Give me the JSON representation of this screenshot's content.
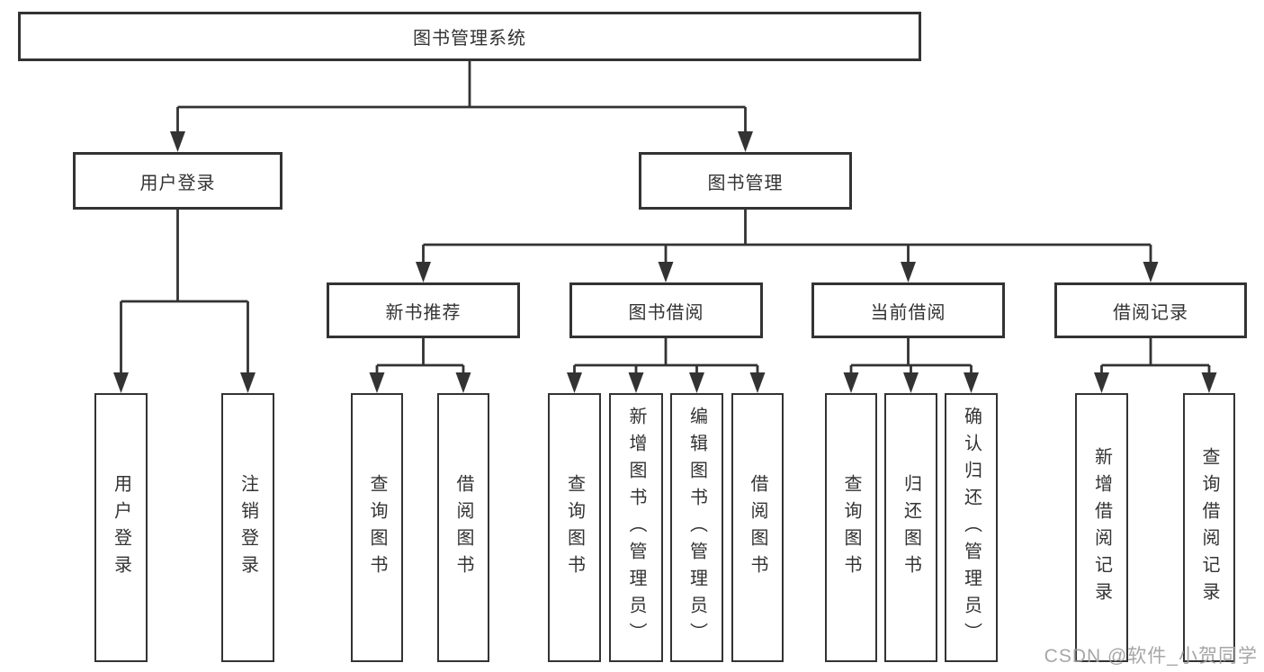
{
  "meta": {
    "colors": {
      "line": "#333333",
      "box_border": "#333333",
      "text": "#333333",
      "watermark": "#9e9e9e",
      "background": "#ffffff"
    }
  },
  "watermark": "CSDN @软件_小贺同学",
  "tree": {
    "root": "图书管理系统",
    "children": [
      {
        "label": "用户登录",
        "children": [
          {
            "label": "用户登录"
          },
          {
            "label": "注销登录"
          }
        ]
      },
      {
        "label": "图书管理",
        "children": [
          {
            "label": "新书推荐",
            "children": [
              {
                "label": "查询图书"
              },
              {
                "label": "借阅图书"
              }
            ]
          },
          {
            "label": "图书借阅",
            "children": [
              {
                "label": "查询图书"
              },
              {
                "label": "新增图书（管理员）"
              },
              {
                "label": "编辑图书（管理员）"
              },
              {
                "label": "借阅图书"
              }
            ]
          },
          {
            "label": "当前借阅",
            "children": [
              {
                "label": "查询图书"
              },
              {
                "label": "归还图书"
              },
              {
                "label": "确认归还（管理员）"
              }
            ]
          },
          {
            "label": "借阅记录",
            "children": [
              {
                "label": "新增借阅记录"
              },
              {
                "label": "查询借阅记录"
              }
            ]
          }
        ]
      }
    ]
  }
}
